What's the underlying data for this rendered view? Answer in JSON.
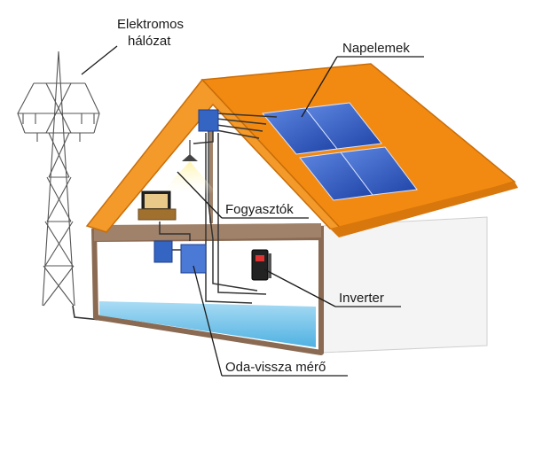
{
  "labels": {
    "grid_line1": "Elektromos",
    "grid_line2": "hálózat",
    "panels": "Napelemek",
    "consumers": "Fogyasztók",
    "inverter": "Inverter",
    "meter": "Oda-vissza mérő"
  },
  "colors": {
    "roof": "#f28a12",
    "roof_edge": "#c96d08",
    "wall": "#ffffff",
    "frame": "#8a6a52",
    "floor_water": "#7fc8ec",
    "panel": "#2f5ec4",
    "meter_box": "#3565c2",
    "wire": "#333333"
  }
}
